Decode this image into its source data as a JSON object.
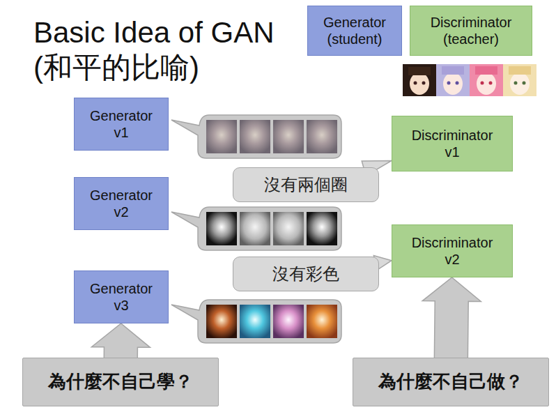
{
  "diagram": {
    "title": "Basic Idea of GAN (和平的比喻)",
    "nodes": [
      {
        "text": [
          "Generator (student)"
        ]
      },
      {
        "text": [
          "Discriminator (teacher)"
        ]
      },
      {
        "text": [
          "Generator v1"
        ]
      },
      {
        "text": [
          "Discriminator v1"
        ]
      },
      {
        "text": [
          "沒有兩個圈"
        ]
      },
      {
        "text": [
          "Generator v2"
        ]
      },
      {
        "text": [
          "Discriminator v2"
        ]
      },
      {
        "text": [
          "沒有彩色"
        ]
      },
      {
        "text": [
          "Generator v3"
        ]
      },
      {
        "text": [
          "為什麼不自己學？"
        ]
      },
      {
        "text": [
          "為什麼不自己做？"
        ]
      }
    ],
    "edges": [
      {
        "from": 3,
        "to": 4,
        "arrow": "none"
      },
      {
        "from": 6,
        "to": 7,
        "arrow": "none"
      },
      {
        "from": 9,
        "to": 8,
        "arrow": "to"
      },
      {
        "from": 10,
        "to": 6,
        "arrow": "to"
      }
    ]
  }
}
